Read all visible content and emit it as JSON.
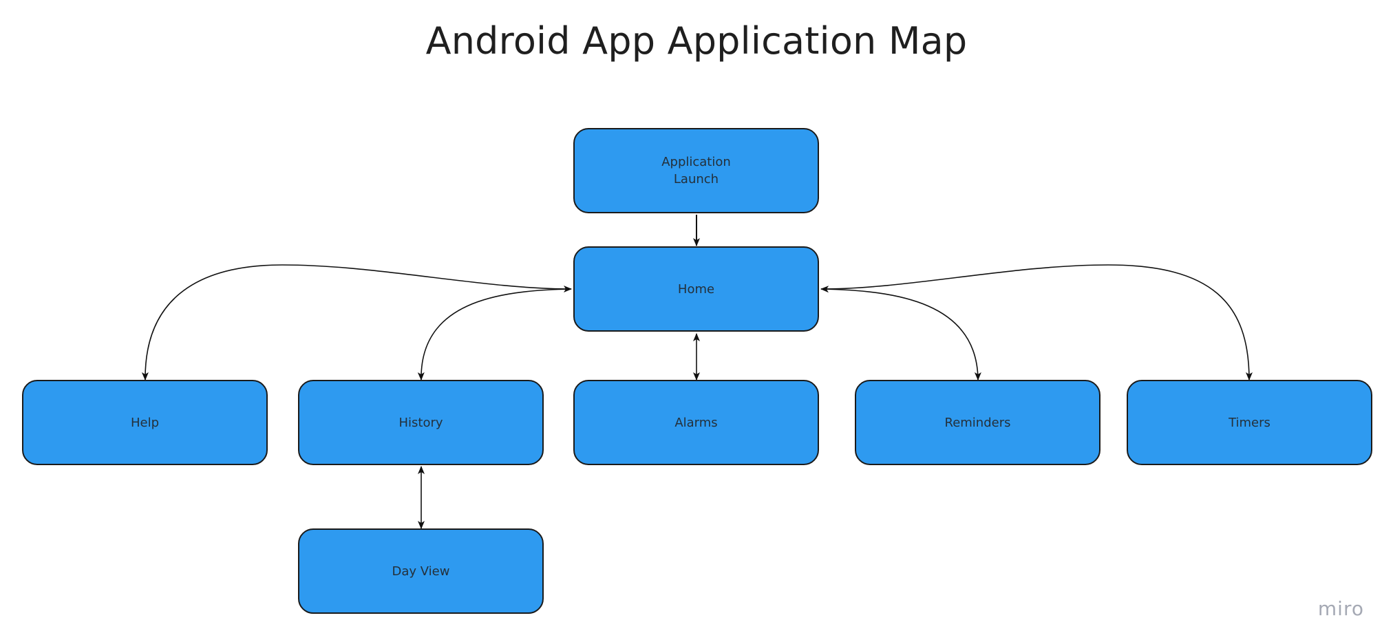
{
  "title": "Android App Application Map",
  "colors": {
    "node_fill": "#2e9af0",
    "node_border": "#1a1a1a",
    "edge": "#111111"
  },
  "nodes": {
    "launch": {
      "label": "Application\nLaunch"
    },
    "home": {
      "label": "Home"
    },
    "help": {
      "label": "Help"
    },
    "history": {
      "label": "History"
    },
    "alarms": {
      "label": "Alarms"
    },
    "reminders": {
      "label": "Reminders"
    },
    "timers": {
      "label": "Timers"
    },
    "dayview": {
      "label": "Day View"
    }
  },
  "edges": [
    {
      "from": "Application Launch",
      "to": "Home",
      "direction": "forward"
    },
    {
      "from": "Home",
      "to": "Help",
      "direction": "forward"
    },
    {
      "from": "Home",
      "to": "History",
      "direction": "both"
    },
    {
      "from": "Home",
      "to": "Alarms",
      "direction": "both"
    },
    {
      "from": "Home",
      "to": "Reminders",
      "direction": "both"
    },
    {
      "from": "Home",
      "to": "Timers",
      "direction": "forward"
    },
    {
      "from": "History",
      "to": "Day View",
      "direction": "both"
    }
  ],
  "watermark": "miro"
}
